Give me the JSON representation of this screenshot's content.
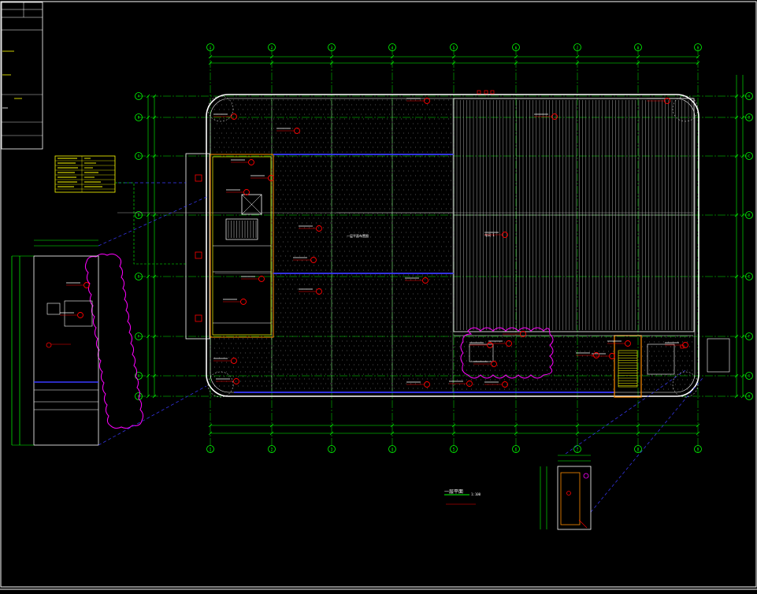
{
  "drawing": {
    "colors": {
      "background": "#000000",
      "grid": "#00ff00",
      "walls": "#ffffff",
      "annotation": "#ff0000",
      "blue_line": "#3a3aff",
      "magenta_cloud": "#ff00ff",
      "hatch": "#9a9a9a",
      "title_yellow": "#ffff00",
      "orange_stair": "#ff8c00"
    },
    "top_axes": [
      "1",
      "2",
      "3",
      "4",
      "5",
      "6",
      "7",
      "8",
      "9"
    ],
    "left_axes": [
      "A",
      "B",
      "C",
      "D",
      "E",
      "F",
      "G",
      "H"
    ],
    "right_axes": [
      "A",
      "B",
      "C",
      "D",
      "E",
      "F",
      "G",
      "H"
    ],
    "legend": {
      "text_a": "一层平面",
      "text_b": "1:100"
    },
    "room_labels": {
      "main_hall": "一层平面布置图",
      "stripe_room": "车间 1"
    }
  }
}
